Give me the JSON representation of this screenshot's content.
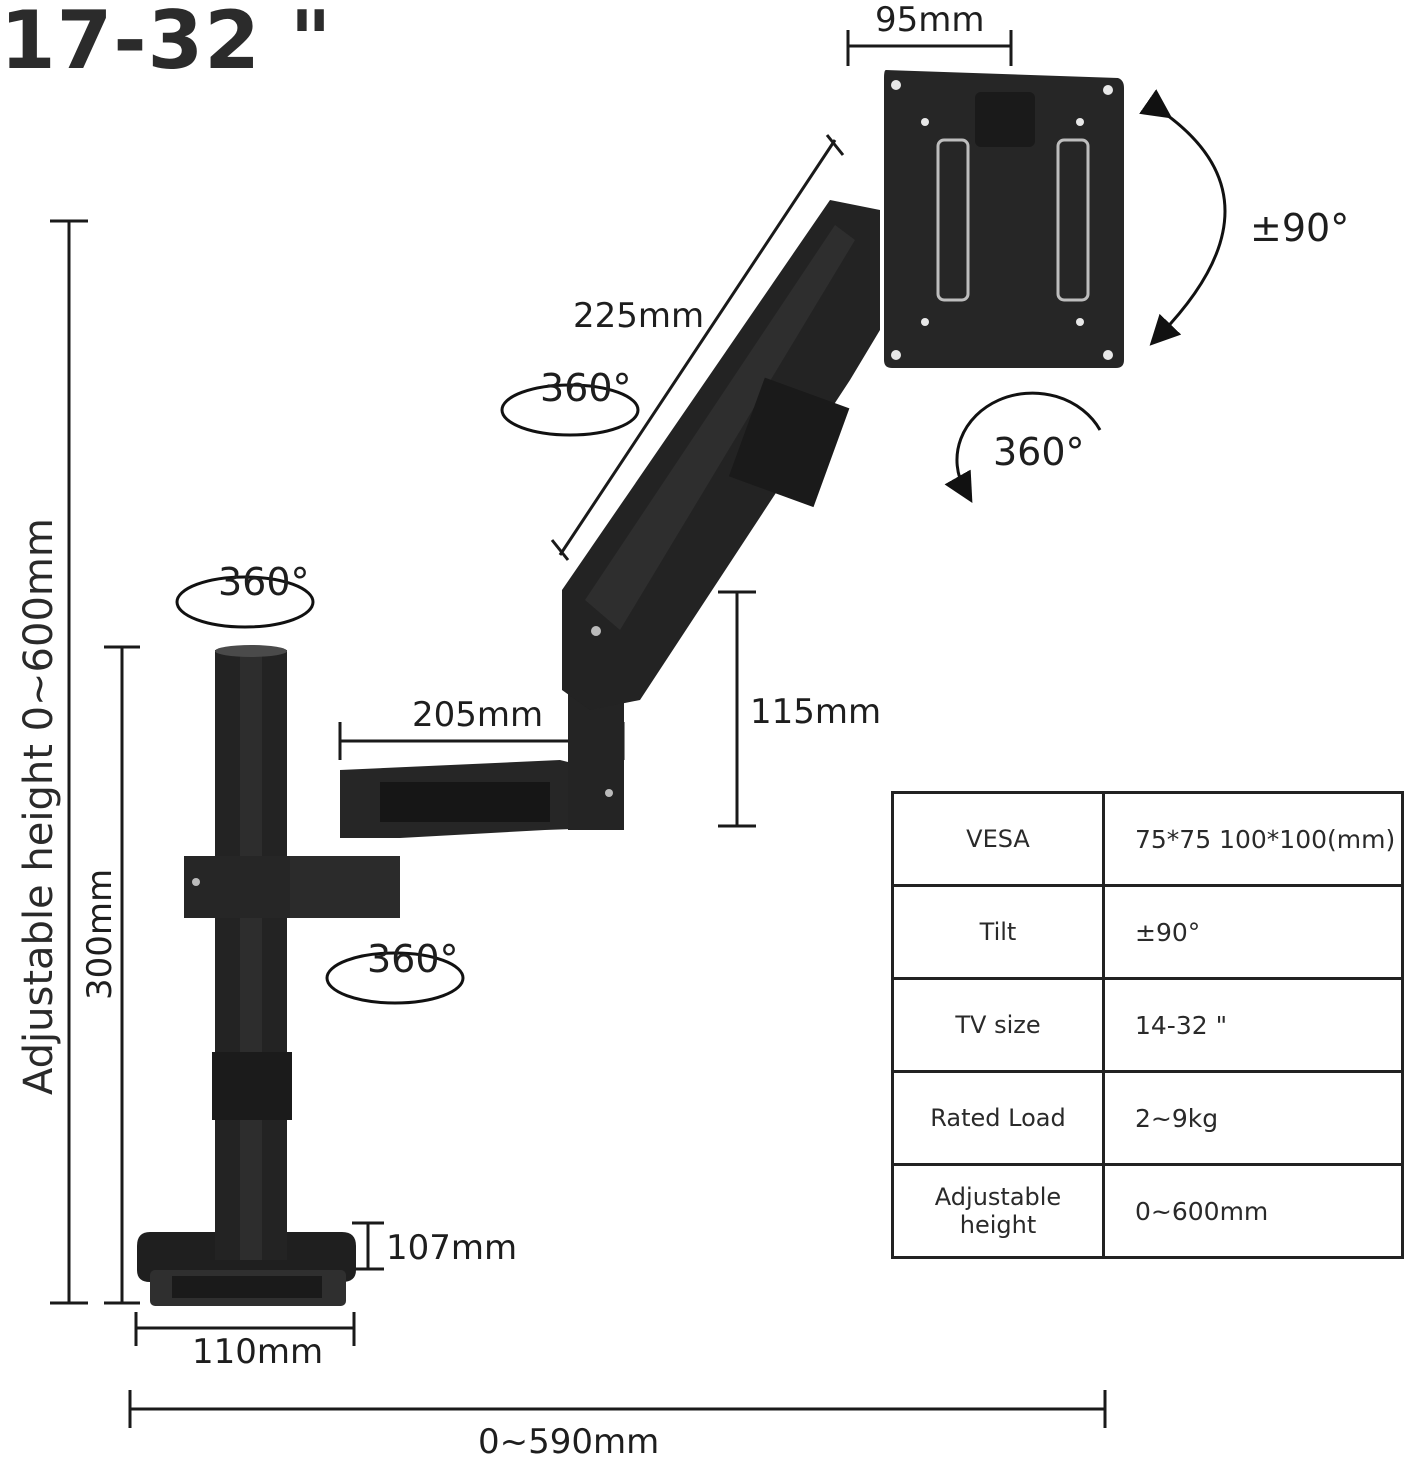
{
  "title": "17-32 \"",
  "dimensions": {
    "plate_width": "95mm",
    "upper_arm": "225mm",
    "lower_arm": "205mm",
    "elbow_height": "115mm",
    "pole_height": "300mm",
    "adjustable_height": "Adjustable height 0~600mm",
    "base_height": "107mm",
    "base_width": "110mm",
    "total_reach": "0~590mm"
  },
  "rotations": {
    "tilt": "±90°",
    "head_swivel": "360°",
    "upper_arm_swivel": "360°",
    "pole_top_swivel": "360°",
    "collar_swivel": "360°"
  },
  "specs": [
    {
      "label": "VESA",
      "value": "75*75 100*100(mm)"
    },
    {
      "label": "Tilt",
      "value": "±90°"
    },
    {
      "label": "TV size",
      "value": "14-32 \""
    },
    {
      "label": "Rated Load",
      "value": "2~9kg"
    },
    {
      "label": "Adjustable height",
      "value": "0~600mm"
    }
  ],
  "colors": {
    "product": "#2a2a2a",
    "line": "#1a1a1a"
  }
}
